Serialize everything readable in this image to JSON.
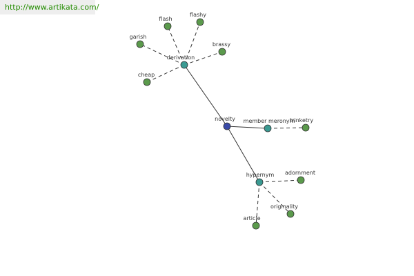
{
  "header": {
    "url": "http://www.artikata.com/"
  },
  "colors": {
    "hub": "#3a4aa8",
    "relation": "#3a9a92",
    "word": "#5b9a4c",
    "stroke": "#333333",
    "url_text": "#238c00"
  },
  "nodes": [
    {
      "id": "novelty",
      "label": "novelty",
      "type": "hub"
    },
    {
      "id": "derivation",
      "label": "derivation",
      "type": "relation"
    },
    {
      "id": "member-meronym",
      "label": "member meronym",
      "type": "relation"
    },
    {
      "id": "hypernym",
      "label": "hypernym",
      "type": "relation"
    },
    {
      "id": "flash",
      "label": "flash",
      "type": "word"
    },
    {
      "id": "flashy",
      "label": "flashy",
      "type": "word"
    },
    {
      "id": "garish",
      "label": "garish",
      "type": "word"
    },
    {
      "id": "brassy",
      "label": "brassy",
      "type": "word"
    },
    {
      "id": "cheap",
      "label": "cheap",
      "type": "word"
    },
    {
      "id": "trinketry",
      "label": "trinketry",
      "type": "word"
    },
    {
      "id": "adornment",
      "label": "adornment",
      "type": "word"
    },
    {
      "id": "originality",
      "label": "originality",
      "type": "word"
    },
    {
      "id": "article",
      "label": "article",
      "type": "word"
    }
  ],
  "edges": [
    {
      "from": "novelty",
      "to": "derivation",
      "style": "solid"
    },
    {
      "from": "novelty",
      "to": "member-meronym",
      "style": "solid"
    },
    {
      "from": "novelty",
      "to": "hypernym",
      "style": "solid"
    },
    {
      "from": "derivation",
      "to": "flash",
      "style": "dashed"
    },
    {
      "from": "derivation",
      "to": "flashy",
      "style": "dashed"
    },
    {
      "from": "derivation",
      "to": "garish",
      "style": "dashed"
    },
    {
      "from": "derivation",
      "to": "brassy",
      "style": "dashed"
    },
    {
      "from": "derivation",
      "to": "cheap",
      "style": "dashed"
    },
    {
      "from": "member-meronym",
      "to": "trinketry",
      "style": "dashed"
    },
    {
      "from": "hypernym",
      "to": "adornment",
      "style": "dashed"
    },
    {
      "from": "hypernym",
      "to": "originality",
      "style": "dashed"
    },
    {
      "from": "hypernym",
      "to": "article",
      "style": "dashed"
    }
  ]
}
